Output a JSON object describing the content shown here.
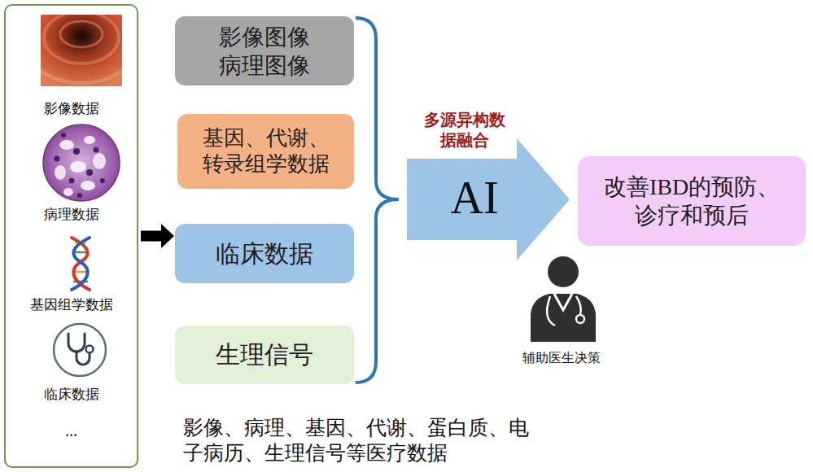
{
  "diagram": {
    "nodes": [
      {
        "text": [
          "影像数据",
          "病理数据",
          "基因组学数据",
          "临床数据",
          "..."
        ]
      },
      {
        "text": [
          "影像图像 病理图像"
        ]
      },
      {
        "text": [
          "基因、代谢、 转录组学数据"
        ]
      },
      {
        "text": [
          "临床数据"
        ]
      },
      {
        "text": [
          "生理信号"
        ]
      },
      {
        "text": [
          "AI"
        ]
      },
      {
        "text": [
          "改善IBD的预防、 诊疗和预后"
        ]
      }
    ],
    "edges": [
      {
        "from": 0,
        "to": 3,
        "arrow": "to"
      }
    ],
    "labels": [
      "多源异构数 据融合",
      "辅助医生决策",
      "影像、病理、基因、代谢、蛋白质、电 子病历、生理信号等医疗数据"
    ]
  }
}
